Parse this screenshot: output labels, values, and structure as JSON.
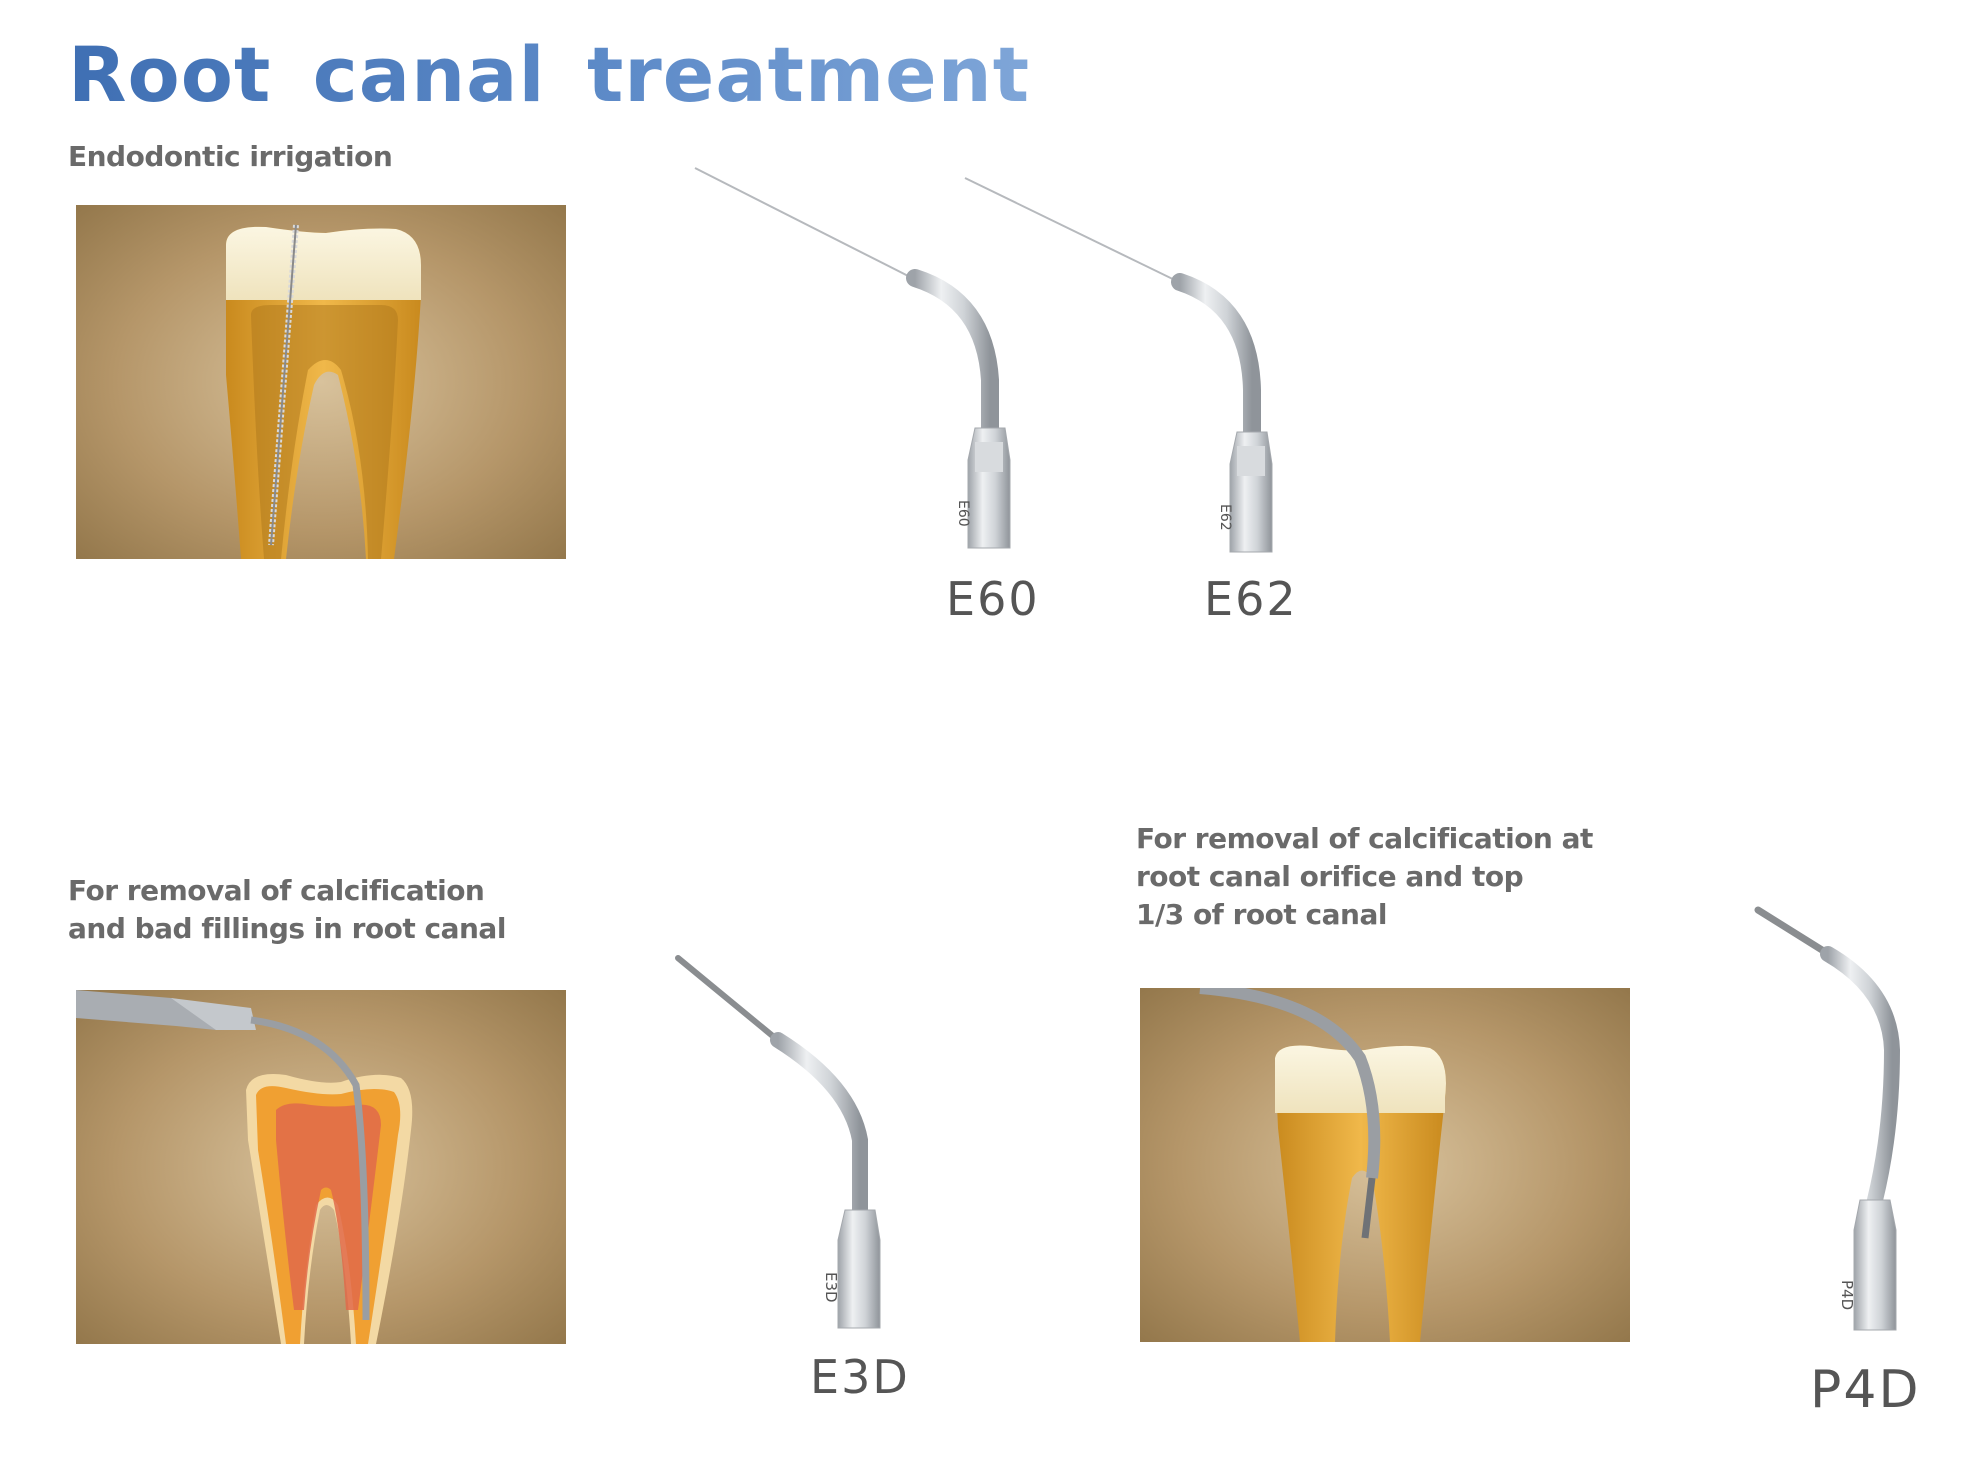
{
  "page": {
    "title": "Root canal treatment"
  },
  "sections": [
    {
      "caption_lines": [
        "Endodontic irrigation"
      ],
      "tips": [
        "E60",
        "E62"
      ]
    },
    {
      "caption_lines": [
        "For removal of calcification",
        "and bad fillings in root canal"
      ],
      "tips": [
        "E3D"
      ]
    },
    {
      "caption_lines": [
        "For removal of calcification at",
        "root canal orifice and top",
        "1/3 of root canal"
      ],
      "tips": [
        "P4D"
      ]
    }
  ],
  "tip_engravings": {
    "E60": "E60",
    "E62": "E62",
    "E3D": "E3D",
    "P4D": "P4D"
  },
  "colors": {
    "title_blue": "#4a78b9",
    "photo_background": "#a08256",
    "tip_metal": "#c9ccd0"
  }
}
